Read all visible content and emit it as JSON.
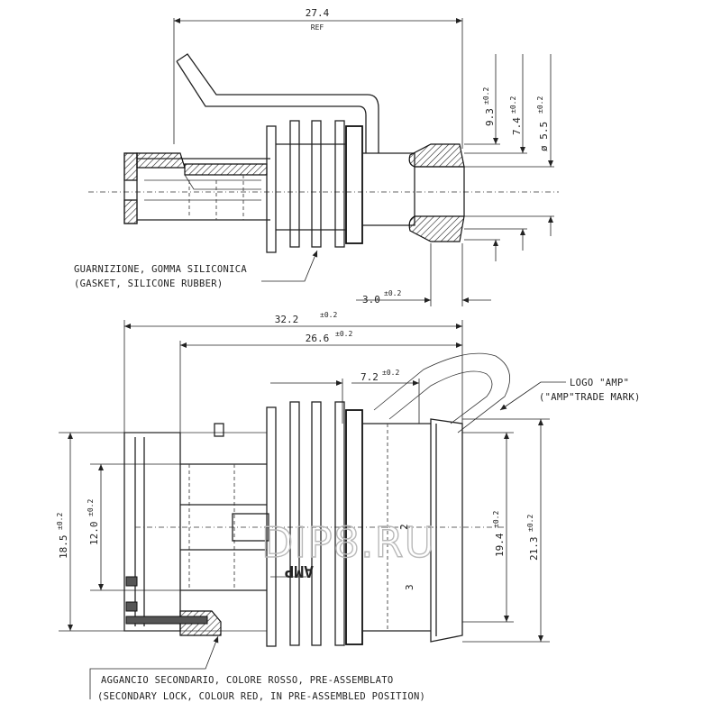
{
  "watermark": "DIP8.RU",
  "top_view": {
    "dim_ref_value": "27.4",
    "dim_ref_note": "REF",
    "dim_93": "9.3",
    "dim_74": "7.4",
    "dim_55": "ø 5.5",
    "dim_30": "3.0",
    "tol": "±0.2"
  },
  "bottom_view": {
    "dim_322": "32.2",
    "dim_266": "26.6",
    "dim_72": "7.2",
    "dim_185": "18.5",
    "dim_120": "12.0",
    "dim_194": "19.4",
    "dim_213": "21.3",
    "tol": "±0.2",
    "body_mark": "AMP",
    "pin_2": "2",
    "pin_3": "3"
  },
  "labels": {
    "gasket_it": "GUARNIZIONE, GOMMA SILICONICA",
    "gasket_en": "(GASKET, SILICONE RUBBER)",
    "logo_it": "LOGO \"AMP\"",
    "logo_en": "(\"AMP\"TRADE MARK)",
    "lock_it": "AGGANCIO SECONDARIO, COLORE ROSSO, PRE-ASSEMBLATO",
    "lock_en": "(SECONDARY LOCK, COLOUR RED, IN PRE-ASSEMBLED POSITION)"
  }
}
